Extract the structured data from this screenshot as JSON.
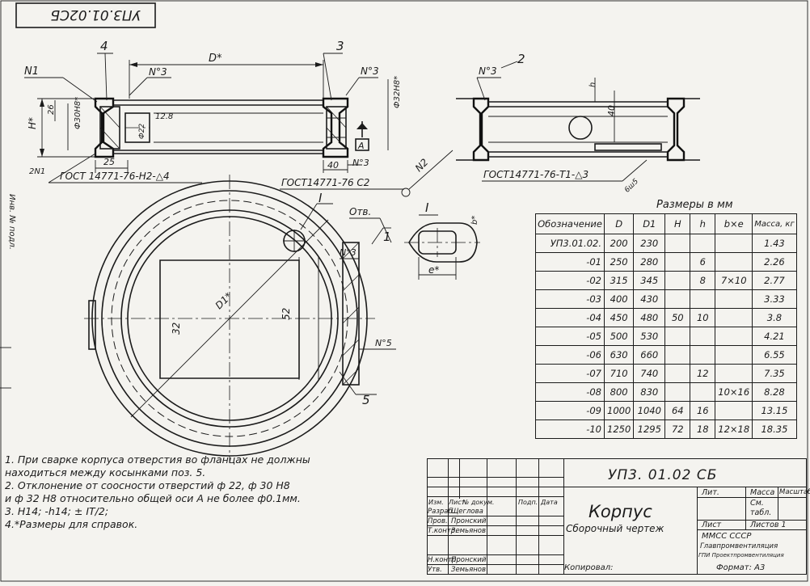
{
  "stamp_top_left": "УП3.01.02СБ",
  "side_margin_text": "Инв. № подл.",
  "drawing": {
    "labels": {
      "n1": "N1",
      "n3_left": "N°3",
      "item4": "4",
      "d_star": "D*",
      "item3": "3",
      "n3_mid": "N°3",
      "phi32": "Ф32Н8*",
      "h_star": "H*",
      "dim26": "26",
      "phi30": "Ф30Н8*",
      "dim128": "12.8",
      "phi22": "Ф22",
      "dim25": "25",
      "dim40a": "40",
      "n3_b": "N°3",
      "datum_a": "A",
      "weld1": "2N1",
      "gost_left": "ГОСТ 14771-76-Н2-△4",
      "gost_mid": "ГОСТ14771-76 С2",
      "n2": "N2",
      "item2": "2",
      "n3_right": "N°3",
      "dim40b": "40",
      "h_small": "h",
      "gost_right": "ГОСТ14771-76-Т1-△3",
      "weld_right": "6ш5",
      "section_roman": "I",
      "d1_star": "D1*",
      "dim52": "52",
      "dim32": "32",
      "potv": "Отв.",
      "item1": "1",
      "n3_plan": "N°3",
      "n5": "N°5",
      "item5": "5",
      "detail_roman": "I",
      "b_star": "b*",
      "e_star": "e*"
    }
  },
  "table": {
    "caption": "Размеры в мм",
    "headers": [
      "Обозначение",
      "D",
      "D1",
      "H",
      "h",
      "b×e",
      "Масса, кг"
    ],
    "rows": [
      [
        "УП3.01.02.",
        "200",
        "230",
        "",
        "",
        "",
        "1.43"
      ],
      [
        "-01",
        "250",
        "280",
        "",
        "6",
        "",
        "2.26"
      ],
      [
        "-02",
        "315",
        "345",
        "",
        "8",
        "7×10",
        "2.77"
      ],
      [
        "-03",
        "400",
        "430",
        "",
        "",
        "",
        "3.33"
      ],
      [
        "-04",
        "450",
        "480",
        "50",
        "10",
        "",
        "3.8"
      ],
      [
        "-05",
        "500",
        "530",
        "",
        "",
        "",
        "4.21"
      ],
      [
        "-06",
        "630",
        "660",
        "",
        "",
        "",
        "6.55"
      ],
      [
        "-07",
        "710",
        "740",
        "",
        "12",
        "",
        "7.35"
      ],
      [
        "-08",
        "800",
        "830",
        "",
        "",
        "10×16",
        "8.28"
      ],
      [
        "-09",
        "1000",
        "1040",
        "64",
        "16",
        "",
        "13.15"
      ],
      [
        "-10",
        "1250",
        "1295",
        "72",
        "18",
        "12×18",
        "18.35"
      ]
    ]
  },
  "notes": [
    "1. При сварке корпуса отверстия во фланцах не должны",
    "находиться между косынками поз. 5.",
    "2. Отклонение от соосности отверстий ф 22, ф 30 Н8",
    "и ф 32 Н8 относительно общей оси А не более ф0.1мм.",
    "3. Н14; -h14; ± IT/2;",
    "4.*Размеры для справок."
  ],
  "title_block": {
    "doc_number": "УП3. 01.02 СБ",
    "name": "Корпус",
    "subtitle": "Сборочный чертеж",
    "col_lit": "Лит.",
    "col_mass": "Масса",
    "col_scale": "Масштаб",
    "mass_note_1": "См.",
    "mass_note_2": "табл.",
    "sheet": "Лист",
    "sheets": "Листов 1",
    "org_1": "ММСС СССР",
    "org_2": "Главпромвентиляция",
    "org_3": "ГПИ Проектпромвентиляция",
    "copied": "Копировал:",
    "format": "Формат: А3",
    "rev_headers": [
      "Изм.",
      "Лист",
      "№ докум.",
      "Подп.",
      "Дата"
    ],
    "people": [
      {
        "role": "Разраб.",
        "name": "Щеглова"
      },
      {
        "role": "Пров.",
        "name": "Пронский"
      },
      {
        "role": "Т.контр.",
        "name": "Земьянов"
      },
      {
        "role": "Н.контр.",
        "name": "Пронский"
      },
      {
        "role": "Утв.",
        "name": "Земьянов"
      }
    ]
  }
}
